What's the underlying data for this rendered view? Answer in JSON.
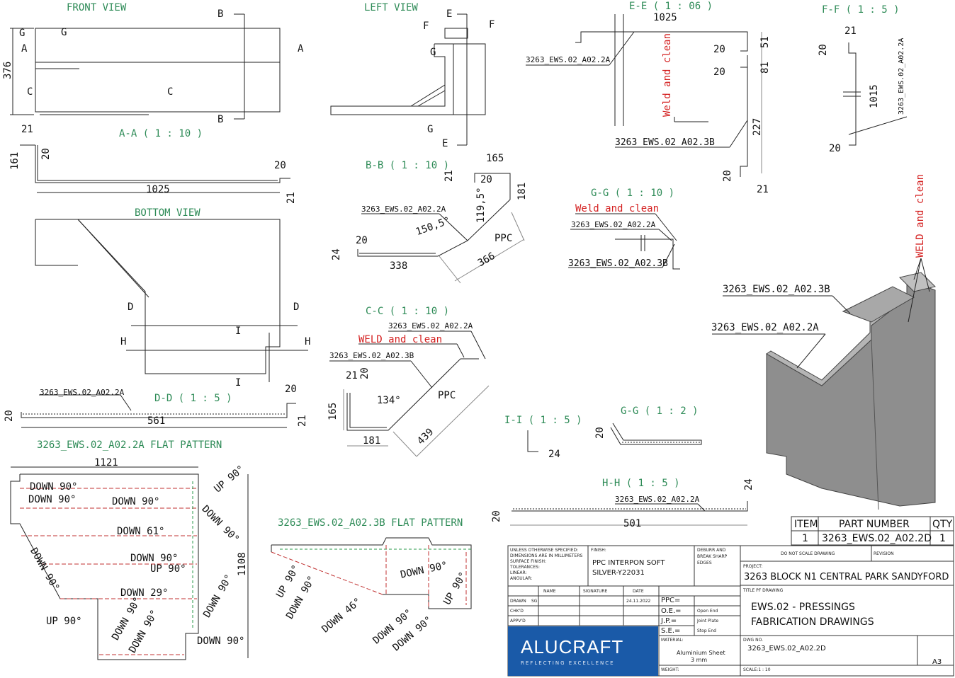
{
  "views": {
    "front_view": "FRONT VIEW",
    "left_view": "LEFT VIEW",
    "bottom_view": "BOTTOM VIEW",
    "sec_ee": "E-E ( 1 : 06 )",
    "sec_ff": "F-F ( 1 : 5 )",
    "sec_aa": "A-A ( 1 : 10 )",
    "sec_bb": "B-B ( 1 : 10 )",
    "sec_gg10": "G-G ( 1 : 10 )",
    "sec_cc": "C-C ( 1 : 10 )",
    "sec_dd": "D-D ( 1 : 5 )",
    "sec_ii": "I-I ( 1 : 5 )",
    "sec_gg2": "G-G ( 1 : 2 )",
    "sec_hh": "H-H ( 1 : 5 )",
    "flat_a": "3263_EWS.02_A02.2A  FLAT PATTERN",
    "flat_b": "3263_EWS.02_A02.3B  FLAT PATTERN"
  },
  "section_letters": {
    "a": "A",
    "b": "B",
    "c": "C",
    "d": "D",
    "e": "E",
    "f": "F",
    "g": "G",
    "h": "H",
    "i": "I"
  },
  "dims": {
    "front_376": "376",
    "aa_21": "21",
    "aa_161": "161",
    "aa_20": "20",
    "aa_1025": "1025",
    "aa_20b": "20",
    "aa_21b": "21",
    "bb_165": "165",
    "bb_21": "21",
    "bb_20": "20",
    "bb_181": "181",
    "bb_119": "119,5°",
    "bb_150": "150,5°",
    "bb_ppc": "PPC",
    "bb_24": "24",
    "bb_20b": "20",
    "bb_338": "338",
    "bb_366": "366",
    "cc_21": "21",
    "cc_20": "20",
    "cc_134": "134°",
    "cc_ppc": "PPC",
    "cc_165": "165",
    "cc_181": "181",
    "cc_439": "439",
    "dd_20": "20",
    "dd_561": "561",
    "dd_20b": "20",
    "dd_21": "21",
    "ee_1025": "1025",
    "ee_20": "20",
    "ee_51": "51",
    "ee_20b": "20",
    "ee_81": "81",
    "ee_227": "227",
    "ee_20c": "20",
    "ee_21": "21",
    "ff_21": "21",
    "ff_20": "20",
    "ff_1015": "1015",
    "ff_20b": "20",
    "ii_24": "24",
    "gg2_20": "20",
    "hh_20": "20",
    "hh_501": "501",
    "hh_24": "24",
    "flat_1121": "1121",
    "flat_1108": "1108"
  },
  "callouts": {
    "a2a": "3263_EWS.02_A02.2A",
    "a3b": "3263_EWS.02_A02.3B",
    "weld_clean": "Weld and clean",
    "weld_clean_caps": "WELD and clean",
    "weld_clean_upper": "WELD and clean"
  },
  "bends_a": [
    "DOWN 90°",
    "DOWN 90°",
    "DOWN 90°",
    "DOWN 61°",
    "DOWN 90°",
    "UP 90°",
    "DOWN 29°",
    "UP 90°",
    "DOWN 90°",
    "DOWN 90°",
    "DOWN 90°",
    "DOWN 90°",
    "UP 90°",
    "DOWN 90°",
    "DOWN 90°"
  ],
  "bends_b": [
    "UP 90°",
    "DOWN 90°",
    "DOWN 46°",
    "DOWN 90°",
    "DOWN 90°",
    "DOWN 90°",
    "UP 90°"
  ],
  "bom": {
    "h_item": "ITEM",
    "h_part": "PART NUMBER",
    "h_qty": "QTY",
    "item": "1",
    "part": "3263_EWS.02_A02.2D",
    "qty": "1"
  },
  "title_block": {
    "spec_lines": [
      "UNLESS OTHERWISE SPECIFIED:",
      "DIMENSIONS ARE IN MILLIMETERS",
      "SURFACE FINISH:",
      "TOLERANCES:",
      "LINEAR:",
      "ANGULAR:"
    ],
    "finish_label": "FINISH:",
    "finish_1": "PPC INTERPON SOFT",
    "finish_2": "SILVER-Y22031",
    "deburr_1": "DEBURR AND",
    "deburr_2": "BREAK SHARP",
    "deburr_3": "EDGES",
    "no_scale": "DO NOT SCALE DRAWING",
    "revision": "REVISION",
    "project_label": "PROJECT:",
    "project": "3263 BLOCK N1 CENTRAL PARK SANDYFORD",
    "title_label": "TITLE PF DRAWING",
    "title_1": "EWS.02 - PRESSINGS",
    "title_2": "FABRICATION DRAWINGS",
    "col_name": "NAME",
    "col_sig": "SIGNATURE",
    "col_date": "DATE",
    "drawn": "DRAWN",
    "drawn_by": "SG",
    "drawn_date": "24.11.2022",
    "chkd": "CHK'D",
    "appvd": "APPV'D",
    "ppc": "PPC=",
    "oe": "O.E.=",
    "oe_v": "Open End",
    "jp": "J.P.=",
    "jp_v": "Joint Plate",
    "se": "S.E.=",
    "se_v": "Stop End",
    "material_label": "MATERIAL:",
    "material_1": "Aluminium Sheet",
    "material_2": "3 mm",
    "weight": "WEIGHT:",
    "dwg_label": "DWG NO.",
    "dwg": "3263_EWS.02_A02.2D",
    "scale": "SCALE:1 : 10",
    "size": "A3",
    "logo": "ALUCRAFT",
    "tagline": "REFLECTING EXCELLENCE"
  },
  "colors": {
    "green": "#2e8b57",
    "red": "#d42020",
    "logo_bg": "#1a5aa8",
    "iso_body": "#8e8e8e"
  }
}
